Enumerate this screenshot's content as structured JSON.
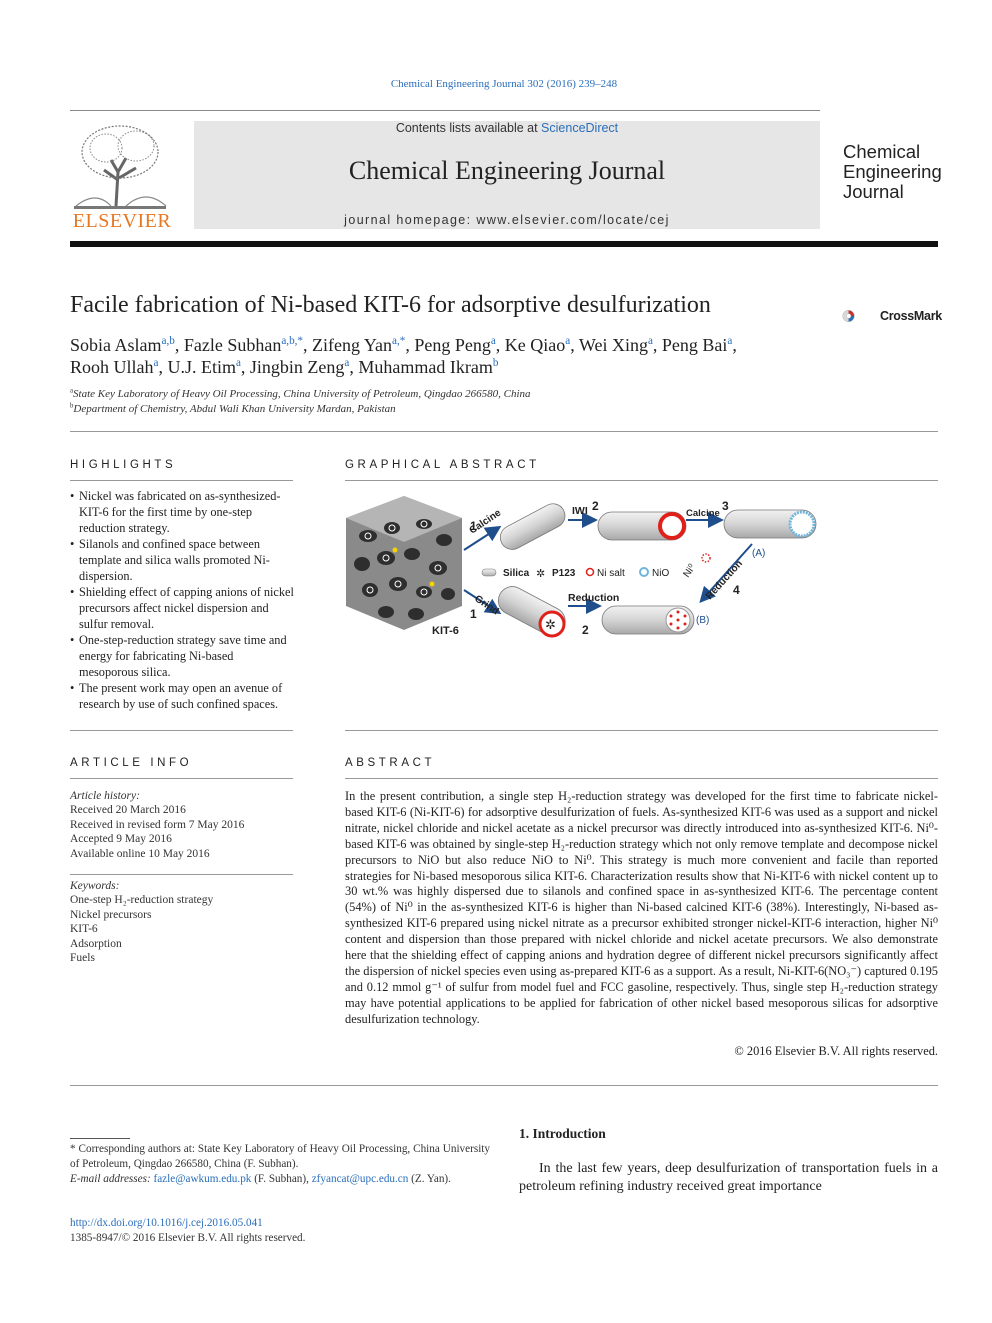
{
  "header": {
    "journal_ref": "Chemical Engineering Journal 302 (2016) 239–248",
    "contents_prefix": "Contents lists available at ",
    "contents_link": "ScienceDirect",
    "journal_name": "Chemical Engineering Journal",
    "homepage": "journal homepage: www.elsevier.com/locate/cej",
    "publisher_logo": "ELSEVIER",
    "cover_title_lines": [
      "Chemical",
      "Engineering",
      "Journal"
    ],
    "crossmark_label": "CrossMark"
  },
  "article": {
    "title": "Facile fabrication of Ni-based KIT-6 for adsorptive desulfurization",
    "authors_line1": [
      {
        "name": "Sobia Aslam",
        "sup": "a,b"
      },
      {
        "name": "Fazle Subhan",
        "sup": "a,b,*"
      },
      {
        "name": "Zifeng Yan",
        "sup": "a,*"
      },
      {
        "name": "Peng Peng",
        "sup": "a"
      },
      {
        "name": "Ke Qiao",
        "sup": "a"
      },
      {
        "name": "Wei Xing",
        "sup": "a"
      },
      {
        "name": "Peng Bai",
        "sup": "a"
      }
    ],
    "authors_line2": [
      {
        "name": "Rooh Ullah",
        "sup": "a"
      },
      {
        "name": "U.J. Etim",
        "sup": "a"
      },
      {
        "name": "Jingbin Zeng",
        "sup": "a"
      },
      {
        "name": "Muhammad Ikram",
        "sup": "b"
      }
    ],
    "affiliations": [
      {
        "sup": "a",
        "text": "State Key Laboratory of Heavy Oil Processing, China University of Petroleum, Qingdao 266580, China"
      },
      {
        "sup": "b",
        "text": "Department of Chemistry, Abdul Wali Khan University Mardan, Pakistan"
      }
    ]
  },
  "highlights": {
    "heading": "HIGHLIGHTS",
    "items": [
      "Nickel was fabricated on as-synthesized-KIT-6 for the first time by one-step reduction strategy.",
      "Silanols and confined space between template and silica walls promoted Ni-dispersion.",
      "Shielding effect of capping anions of nickel precursors affect nickel dispersion and sulfur removal.",
      "One-step-reduction strategy save time and energy for fabricating Ni-based mesoporous silica.",
      "The present work may open an avenue of research by use of such confined spaces."
    ]
  },
  "graphical_abstract": {
    "heading": "GRAPHICAL ABSTRACT",
    "labels": {
      "kit6": "KIT-6",
      "calcine1": "Calcine",
      "grind": "Grind",
      "iwi": "IWI",
      "calcine3": "Calcine",
      "reduction": "Reduction",
      "reduction4": "Reduction",
      "num1a": "1",
      "num1b": "1",
      "num2a": "2",
      "num2b": "2",
      "num3": "3",
      "num4": "4",
      "legend_silica": "Silica",
      "legend_p123": "P123",
      "legend_nisalt": "Ni salt",
      "legend_nio": "NiO",
      "ni0": "Ni⁰",
      "route_a": "(A)",
      "route_b": "(B)"
    }
  },
  "article_info": {
    "heading": "ARTICLE INFO",
    "history_label": "Article history:",
    "history": [
      "Received 20 March 2016",
      "Received in revised form 7 May 2016",
      "Accepted 9 May 2016",
      "Available online 10 May 2016"
    ],
    "keywords_label": "Keywords:",
    "keywords": [
      "One-step H₂-reduction strategy",
      "Nickel precursors",
      "KIT-6",
      "Adsorption",
      "Fuels"
    ]
  },
  "abstract": {
    "heading": "ABSTRACT",
    "text": "In the present contribution, a single step H₂-reduction strategy was developed for the first time to fabricate nickel-based KIT-6 (Ni-KIT-6) for adsorptive desulfurization of fuels. As-synthesized KIT-6 was used as a support and nickel nitrate, nickel chloride and nickel acetate as a nickel precursor was directly introduced into as-synthesized KIT-6. Ni⁰-based KIT-6 was obtained by single-step H₂-reduction strategy which not only remove template and decompose nickel precursors to NiO but also reduce NiO to Ni⁰. This strategy is much more convenient and facile than reported strategies for Ni-based mesoporous silica KIT-6. Characterization results show that Ni-KIT-6 with nickel content up to 30 wt.% was highly dispersed due to silanols and confined space in as-synthesized KIT-6. The percentage content (54%) of Ni⁰ in the as-synthesized KIT-6 is higher than Ni-based calcined KIT-6 (38%). Interestingly, Ni-based as-synthesized KIT-6 prepared using nickel nitrate as a precursor exhibited stronger nickel-KIT-6 interaction, higher Ni⁰ content and dispersion than those prepared with nickel chloride and nickel acetate precursors. We also demonstrate here that the shielding effect of capping anions and hydration degree of different nickel precursors significantly affect the dispersion of nickel species even using as-prepared KIT-6 as a support. As a result, Ni-KIT-6(NO₃⁻) captured 0.195 and 0.12 mmol g⁻¹ of sulfur from model fuel and FCC gasoline, respectively. Thus, single step H₂-reduction strategy may have potential applications to be applied for fabrication of other nickel based mesoporous silicas for adsorptive desulfurization technology.",
    "copyright": "© 2016 Elsevier B.V. All rights reserved."
  },
  "footnotes": {
    "corresponding": "* Corresponding authors at: State Key Laboratory of Heavy Oil Processing, China University of Petroleum, Qingdao 266580, China (F. Subhan).",
    "email_label": "E-mail addresses:",
    "email1": "fazle@awkum.edu.pk",
    "email1_owner": "(F. Subhan),",
    "email2": "zfyancat@upc.edu.cn",
    "email2_owner": "(Z. Yan).",
    "doi": "http://dx.doi.org/10.1016/j.cej.2016.05.041",
    "issn": "1385-8947/© 2016 Elsevier B.V. All rights reserved."
  },
  "introduction": {
    "heading": "1. Introduction",
    "text": "In the last few years, deep desulfurization of transportation fuels in a petroleum refining industry received great importance"
  },
  "colors": {
    "link": "#2a6ebb",
    "elsevier_orange": "#e87722",
    "header_box": "#e6e6e6",
    "ni_salt_red": "#e0201b",
    "nio_blue": "#6fb5dc",
    "arrow_blue": "#1f4e8c"
  }
}
